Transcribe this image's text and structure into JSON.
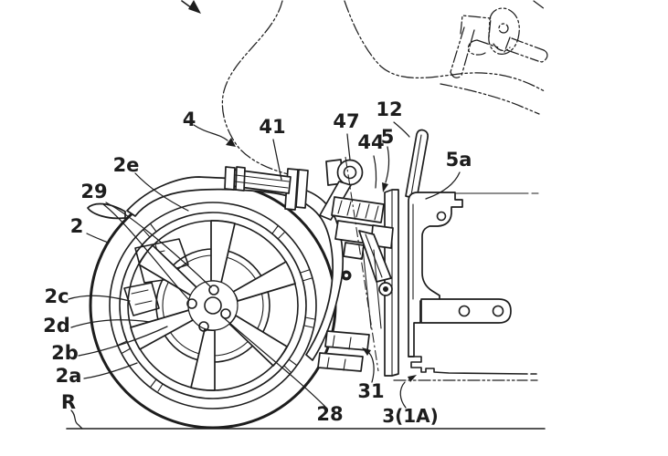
{
  "colors": {
    "ink": "#1d1d1d",
    "background": "#ffffff"
  },
  "figure": {
    "labels": [
      {
        "id": "2e",
        "text": "2e"
      },
      {
        "id": "29",
        "text": "29"
      },
      {
        "id": "2",
        "text": "2"
      },
      {
        "id": "2c",
        "text": "2c"
      },
      {
        "id": "2d",
        "text": "2d"
      },
      {
        "id": "2b",
        "text": "2b"
      },
      {
        "id": "2a",
        "text": "2a"
      },
      {
        "id": "R",
        "text": "R"
      },
      {
        "id": "4",
        "text": "4"
      },
      {
        "id": "41",
        "text": "41"
      },
      {
        "id": "47",
        "text": "47"
      },
      {
        "id": "12",
        "text": "12"
      },
      {
        "id": "44",
        "text": "44"
      },
      {
        "id": "5",
        "text": "5"
      },
      {
        "id": "5a",
        "text": "5a"
      },
      {
        "id": "28",
        "text": "28"
      },
      {
        "id": "31",
        "text": "31"
      },
      {
        "id": "3_1A",
        "text": "3(1A)"
      }
    ]
  }
}
